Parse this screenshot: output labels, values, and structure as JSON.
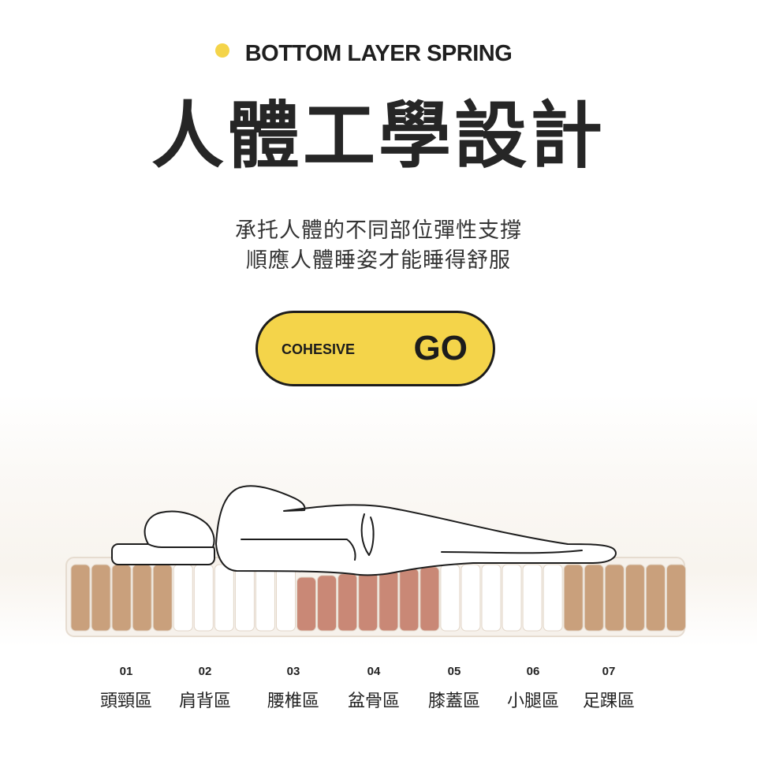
{
  "header": {
    "eyebrow": "BOTTOM LAYER SPRING",
    "title": "人體工學設計",
    "subtitle_line1": "承托人體的不同部位彈性支撐",
    "subtitle_line2": "順應人體睡姿才能睡得舒服"
  },
  "badge": {
    "small_text": "COHESIVE",
    "big_text": "GO"
  },
  "zones": [
    {
      "num": "01",
      "label": "頭頸區"
    },
    {
      "num": "02",
      "label": "肩背區"
    },
    {
      "num": "03",
      "label": "腰椎區"
    },
    {
      "num": "04",
      "label": "盆骨區"
    },
    {
      "num": "05",
      "label": "膝蓋區"
    },
    {
      "num": "06",
      "label": "小腿區"
    },
    {
      "num": "07",
      "label": "足踝區"
    }
  ],
  "colors": {
    "accent_yellow": "#f4d44a",
    "spring_tan": "#c9a07c",
    "spring_white": "#ffffff",
    "spring_rose": "#c98876"
  }
}
